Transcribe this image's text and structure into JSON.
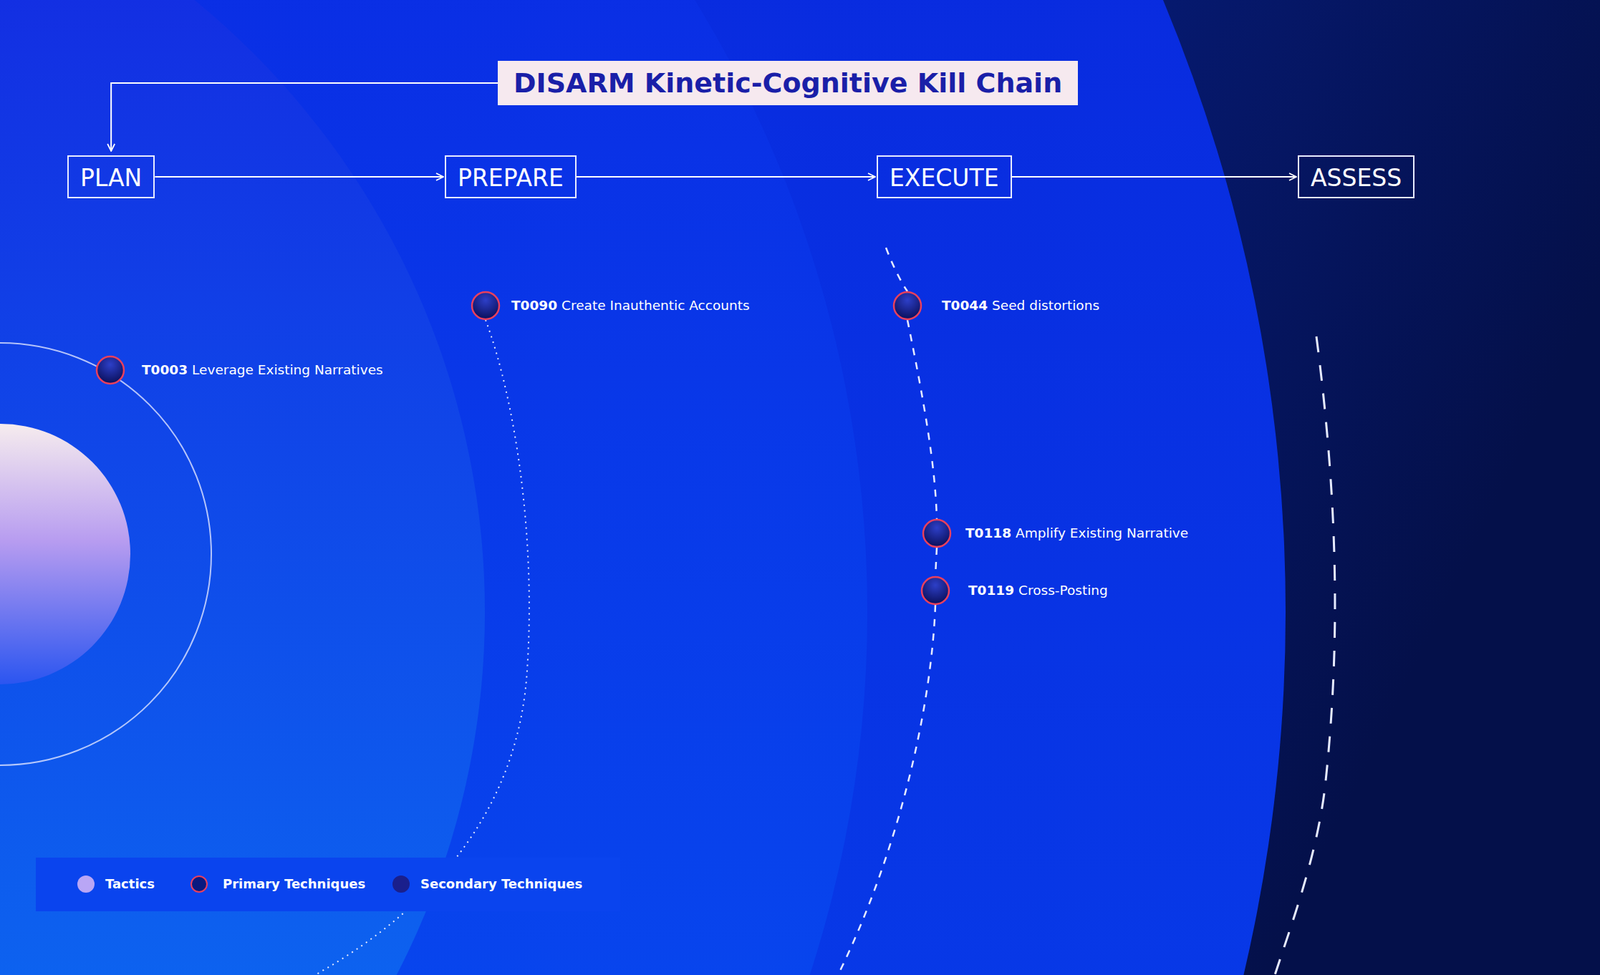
{
  "diagram": {
    "title": "DISARM Kinetic-Cognitive Kill Chain",
    "nodes": [
      {
        "text": [
          "PLAN"
        ]
      },
      {
        "text": [
          "PREPARE"
        ]
      },
      {
        "text": [
          "EXECUTE"
        ]
      },
      {
        "text": [
          "ASSESS"
        ]
      }
    ],
    "edges": [
      {
        "from": 0,
        "to": 1,
        "arrow": "to"
      },
      {
        "from": 1,
        "to": 2,
        "arrow": "to"
      },
      {
        "from": 2,
        "to": 3,
        "arrow": "to"
      }
    ],
    "labels": [
      "T0003",
      "Leverage Existing Narratives",
      "T0090",
      "Create Inauthentic Accounts",
      "T0044",
      "Seed distortions",
      "T0118",
      "Amplify Existing Narrative",
      "T0119",
      "Cross-Posting"
    ],
    "legend": [
      {
        "text": "Tactics",
        "color": "#b9a6f5"
      },
      {
        "text": "Primary Techniques"
      },
      {
        "text": "Secondary Techniques",
        "color": "#1a1f8c"
      }
    ]
  }
}
